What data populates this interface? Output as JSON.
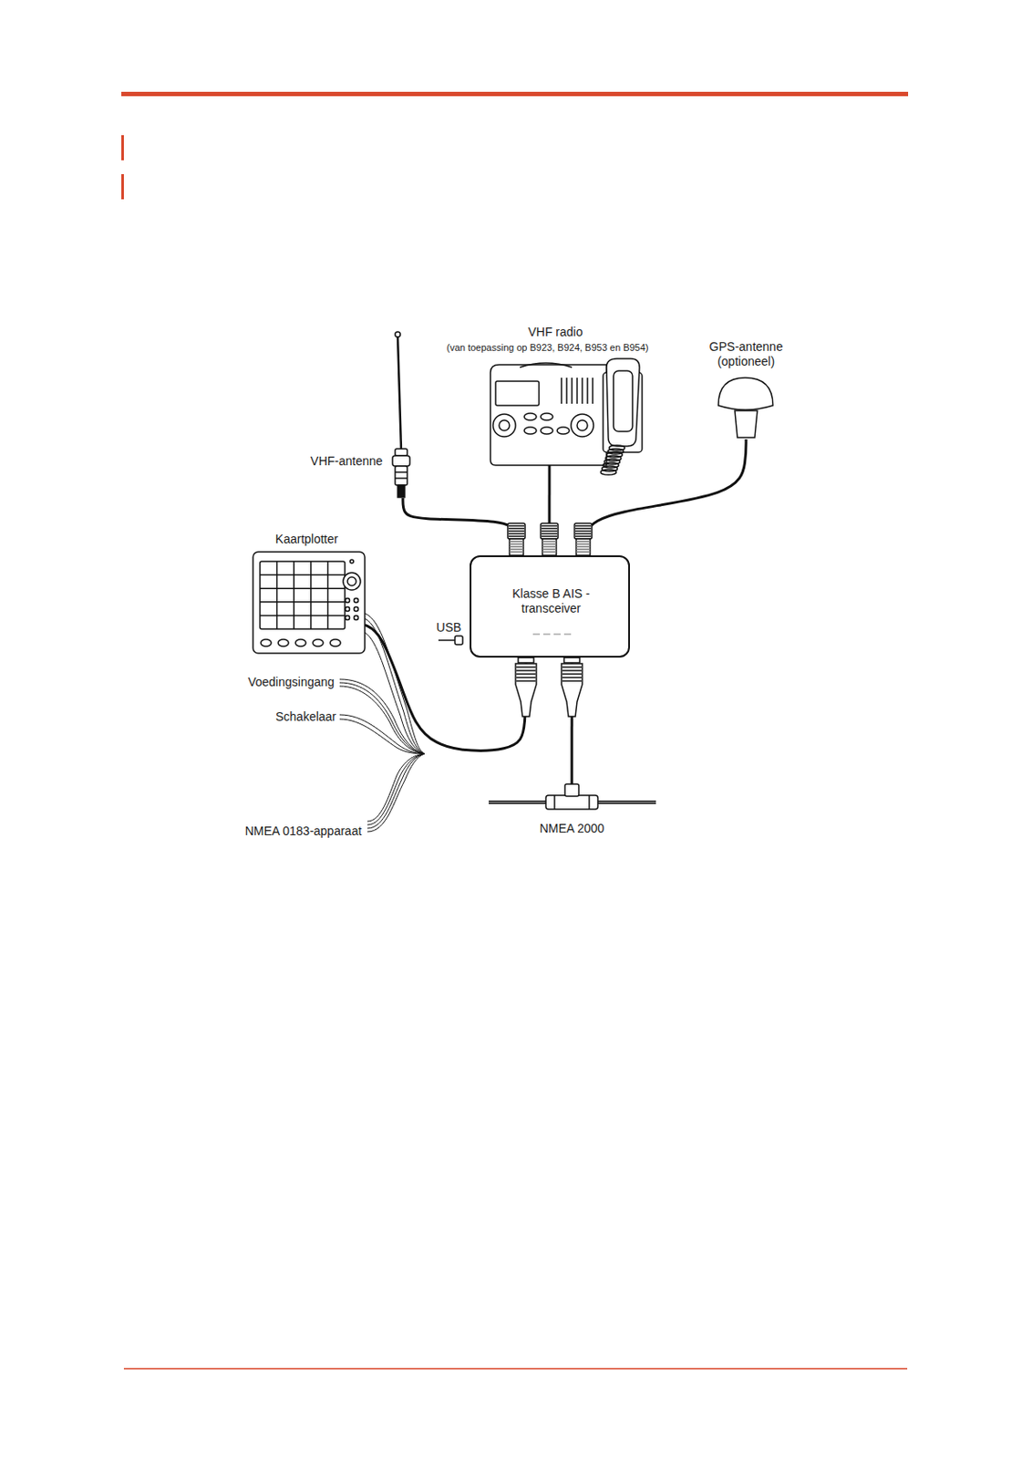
{
  "diagram": {
    "nodes": [
      {
        "text": [
          "VHF-antenne"
        ]
      },
      {
        "text": [
          "VHF radio",
          "(van toepassing op B923, B924, B953 en B954)"
        ]
      },
      {
        "text": [
          "GPS-antenne (optioneel)"
        ]
      },
      {
        "text": [
          "Kaartplotter"
        ]
      },
      {
        "text": [
          "Klasse B AIS -transceiver"
        ]
      },
      {
        "text": [
          "NMEA 2000"
        ]
      }
    ],
    "edges": [
      {
        "from": 0,
        "to": 4,
        "arrow": "none"
      },
      {
        "from": 1,
        "to": 4,
        "arrow": "none"
      },
      {
        "from": 2,
        "to": 4,
        "arrow": "none"
      },
      {
        "from": 3,
        "to": 4,
        "arrow": "none"
      },
      {
        "from": 4,
        "to": 5,
        "arrow": "none"
      }
    ],
    "labels": [
      "USB",
      "Voedingsingang",
      "Schakelaar",
      "NMEA 0183-apparaat"
    ]
  }
}
